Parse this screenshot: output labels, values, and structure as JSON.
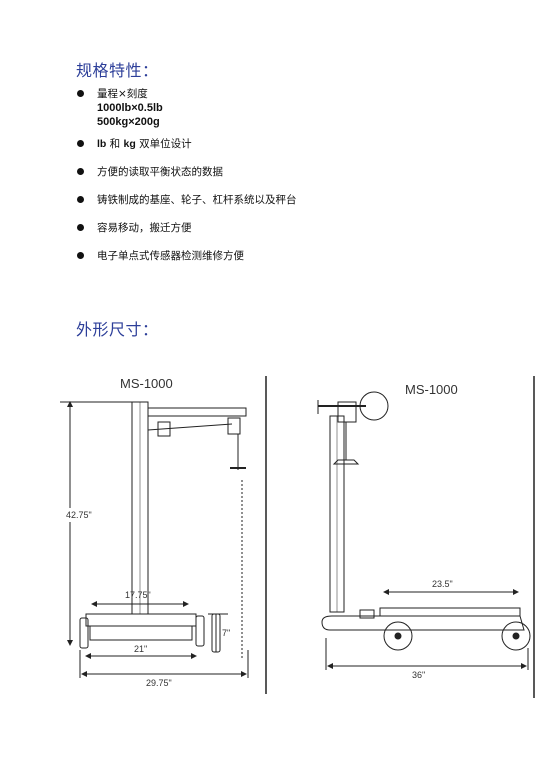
{
  "spec_heading": "规格特性：",
  "specs": [
    {
      "line1": "量程×刻度",
      "line2": "1000lb×0.5lb",
      "line3": "500kg×200g"
    },
    {
      "unit_a": "lb",
      "mid": " 和 ",
      "unit_b": "kg",
      "rest": " 双单位设计"
    },
    {
      "text": "方便的读取平衡状态的数据"
    },
    {
      "text": "铸铁制成的基座、轮子、杠杆系统以及秤台"
    },
    {
      "text": "容易移动，搬迁方便"
    },
    {
      "text": "电子单点式传感器检测维修方便"
    }
  ],
  "dim_heading": "外形尺寸：",
  "drawing_left": {
    "model": "MS-1000",
    "height": "42.75\"",
    "platform_width": "17.75\"",
    "wheel_height": "7\"",
    "base_width": "21\"",
    "overall_width": "29.75\""
  },
  "drawing_right": {
    "model": "MS-1000",
    "platform_length": "23.5\"",
    "overall_length": "36\""
  },
  "colors": {
    "heading": "#2c3e99",
    "line": "#222222"
  }
}
